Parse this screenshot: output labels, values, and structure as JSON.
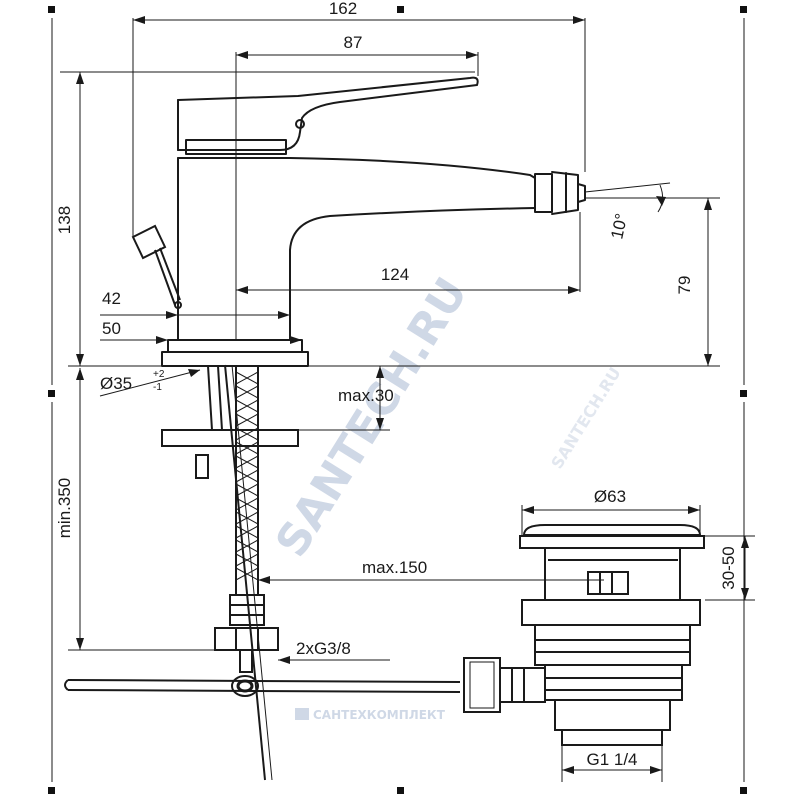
{
  "dimensions": {
    "total_width": "162",
    "handle_length": "87",
    "height": "138",
    "spout_reach": "124",
    "spout_height": "79",
    "base_inner": "42",
    "base_outer": "50",
    "hole_diameter": "Ø35",
    "hole_tol_plus": "+2",
    "hole_tol_minus": "-1",
    "deck_thickness": "max.30",
    "hose_length": "min.350",
    "rod_length": "max.150",
    "connection": "2xG3/8",
    "spout_angle": "10°",
    "waste_diameter": "Ø63",
    "waste_range": "30-50",
    "waste_thread": "G1 1/4"
  },
  "watermarks": {
    "main": "SANTECH.RU",
    "secondary": "SANTECH.RU",
    "footer": "САНТЕХКОМПЛЕКТ"
  },
  "colors": {
    "line": "#1a1a1a",
    "watermark": "#cfd8e6",
    "background": "#ffffff"
  }
}
